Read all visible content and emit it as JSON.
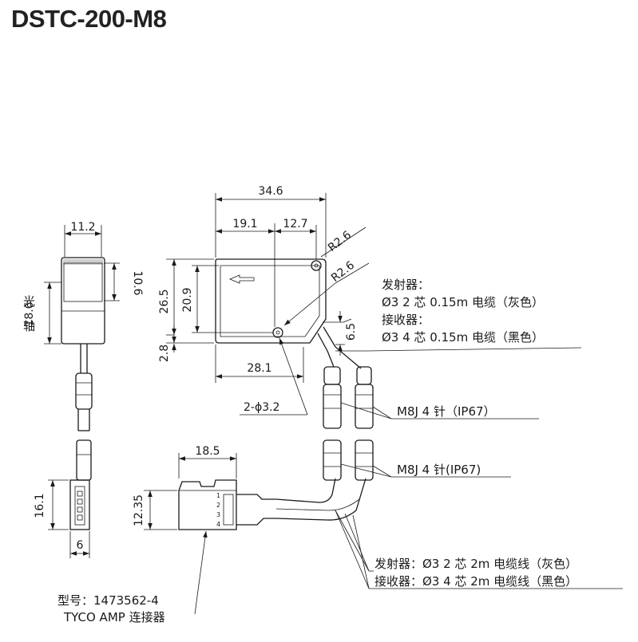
{
  "title": "DSTC-200-M8",
  "dimensions": {
    "left_width": "11.2",
    "left_height": "10.6",
    "optical_axis_height": "18.6",
    "optical_axis_label_1": "光",
    "optical_axis_label_2": "轴",
    "body_width": "34.6",
    "left_segment": "19.1",
    "right_segment": "12.7",
    "radius_top": "R2.6",
    "radius_bottom": "R2.6",
    "body_height": "26.5",
    "inner_height": "20.9",
    "bottom_offset": "2.8",
    "hole_spacing": "28.1",
    "cable_offset": "6.5",
    "mount_holes": "2-ϕ3.2",
    "connector_width": "18.5",
    "connector_height": "12.35",
    "plug_height": "16.1",
    "plug_width": "6"
  },
  "cable_notes": {
    "emitter_short": "发射器：",
    "emitter_short_spec": "Ø3 2 芯 0.15m 电缆（灰色）",
    "receiver_short": "接收器：",
    "receiver_short_spec": "Ø3 4 芯 0.15m 电缆（黑色）",
    "m8_upper": "M8J 4 针（IP67）",
    "m8_lower": "M8J 4 针(IP67)",
    "emitter_long": "发射器：Ø3 2 芯 2m 电缆线（灰色）",
    "receiver_long": "接收器：Ø3 4 芯 2m 电缆线（黑色）"
  },
  "connector": {
    "model": "型号：1473562-4",
    "name": "TYCO AMP 连接器",
    "pins": [
      "1",
      "2",
      "3",
      "4"
    ]
  }
}
